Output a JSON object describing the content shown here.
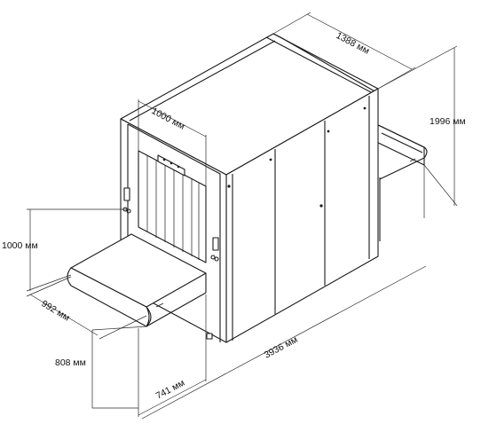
{
  "dimensions": {
    "depth_top": "1388 мм",
    "height_total": "1996 мм",
    "tunnel_width": "1000 мм",
    "tunnel_height": "1000 мм",
    "conveyor_ext_length": "992 мм",
    "conveyor_height": "808 мм",
    "conveyor_width": "741 мм",
    "overall_length": "3936 мм"
  },
  "colors": {
    "line": "#1a1a1a",
    "background": "#ffffff"
  }
}
